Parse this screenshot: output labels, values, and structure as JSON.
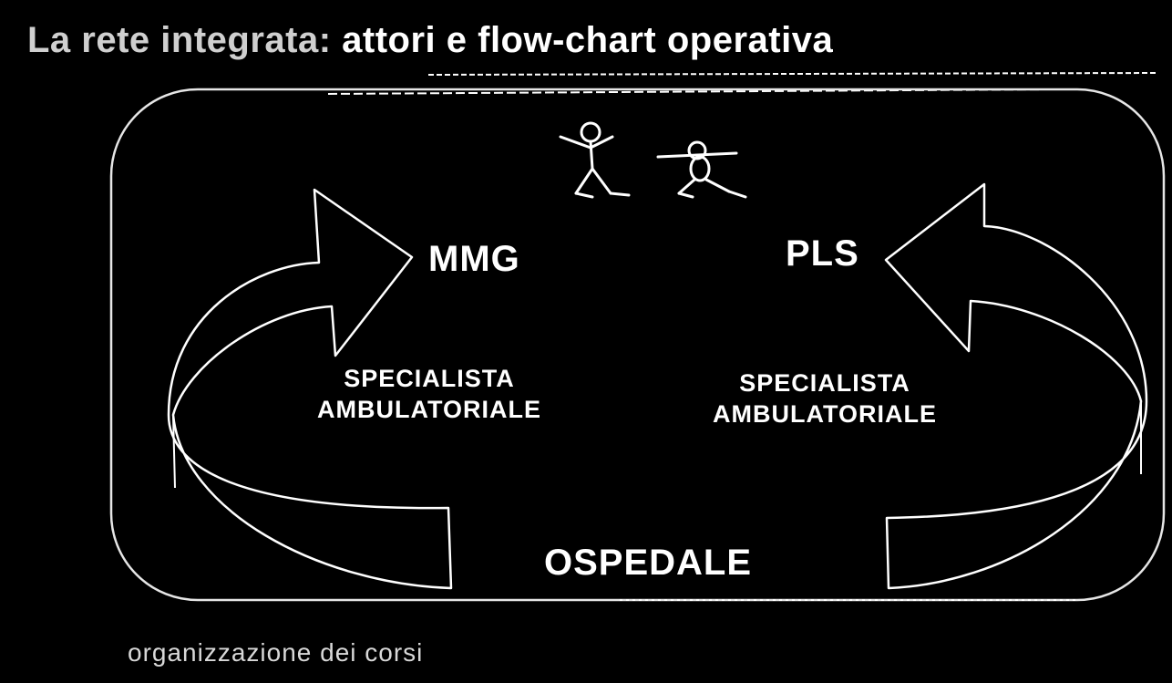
{
  "title": {
    "faded": "La rete integrata:",
    "bold": " attori e flow-chart operativa"
  },
  "nodes": {
    "mmg": "MMG",
    "pls": "PLS",
    "ospedale": "OSPEDALE",
    "specialista_left": [
      "SPECIALISTA",
      "AMBULATORIALE"
    ],
    "specialista_right": [
      "SPECIALISTA",
      "AMBULATORIALE"
    ]
  },
  "footer": "organizzazione dei corsi",
  "colors": {
    "background": "#000000",
    "foreground": "#ffffff"
  },
  "icons": [
    "stick-figure-icon",
    "running-figure-icon"
  ]
}
